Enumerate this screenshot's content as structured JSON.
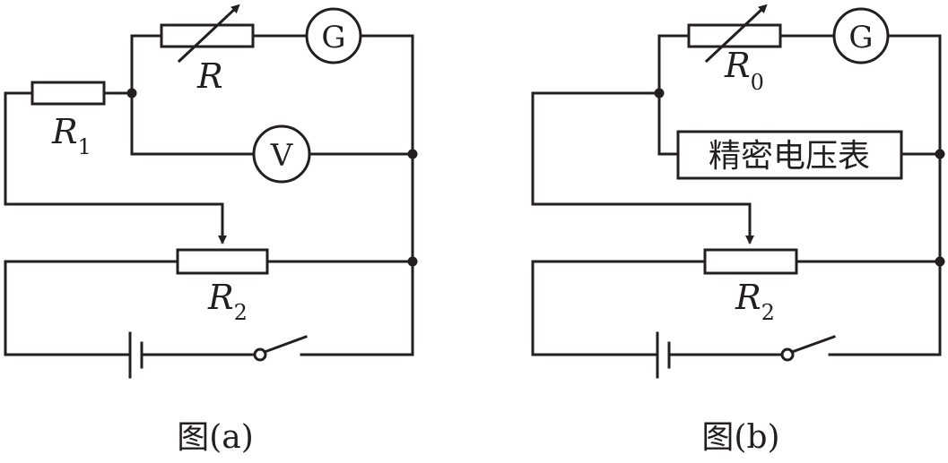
{
  "figure_a": {
    "caption": "图(a)",
    "galvanometer": "G",
    "voltmeter": "V",
    "rheostat_label": "R",
    "r1_label": "R",
    "r1_sub": "1",
    "r2_label": "R",
    "r2_sub": "2"
  },
  "figure_b": {
    "caption": "图(b)",
    "galvanometer": "G",
    "precision_voltmeter": "精密电压表",
    "rheostat_label": "R",
    "rheostat_sub": "0",
    "r2_label": "R",
    "r2_sub": "2"
  }
}
